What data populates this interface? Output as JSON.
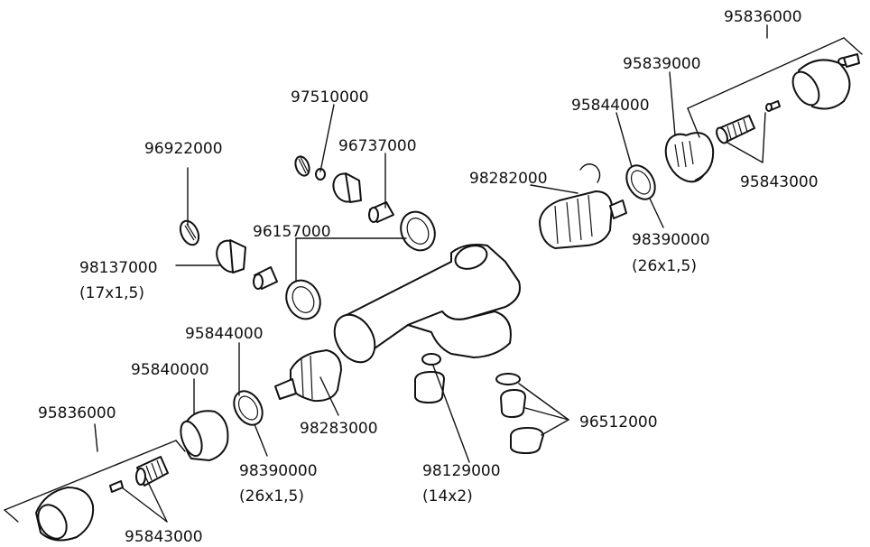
{
  "labels": {
    "l95836000_top": "95836000",
    "l95839000": "95839000",
    "l95844000_top": "95844000",
    "l97510000": "97510000",
    "l96737000": "96737000",
    "l96922000": "96922000",
    "l98282000": "98282000",
    "l95843000_top": "95843000",
    "l96157000": "96157000",
    "l98390000_top": "98390000",
    "l98390000_top_size": "(26x1,5)",
    "l98137000": "98137000",
    "l98137000_size": "(17x1,5)",
    "l95844000_bot": "95844000",
    "l95840000": "95840000",
    "l95836000_bot": "95836000",
    "l98283000": "98283000",
    "l96512000": "96512000",
    "l98390000_bot": "98390000",
    "l98390000_bot_size": "(26x1,5)",
    "l98129000": "98129000",
    "l98129000_size": "(14x2)",
    "l95843000_bot": "95843000"
  }
}
